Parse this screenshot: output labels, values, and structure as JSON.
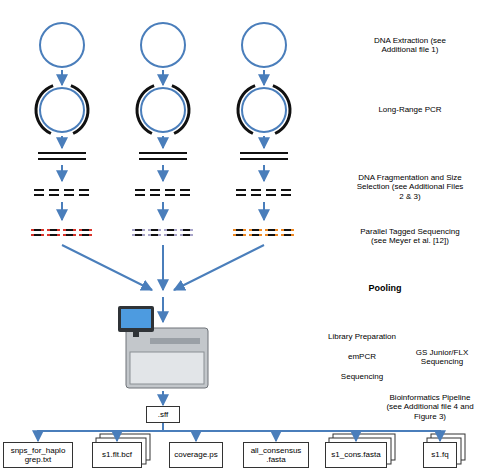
{
  "diagram": {
    "nodes": [
      {
        "text": [
          ".sff"
        ]
      },
      {
        "text": [
          "snps_for_haplo grep.txt"
        ]
      },
      {
        "text": [
          "s1.flt.bcf"
        ]
      },
      {
        "text": [
          "coverage.ps"
        ]
      },
      {
        "text": [
          "all_consensus .fasta"
        ]
      },
      {
        "text": [
          "s1_cons.fasta"
        ]
      },
      {
        "text": [
          "s1.fq"
        ]
      }
    ],
    "edges": [
      {
        "from": 0,
        "to": 1,
        "arrow": "to"
      },
      {
        "from": 0,
        "to": 2,
        "arrow": "to"
      },
      {
        "from": 0,
        "to": 3,
        "arrow": "to"
      },
      {
        "from": 0,
        "to": 4,
        "arrow": "to"
      },
      {
        "from": 0,
        "to": 5,
        "arrow": "to"
      },
      {
        "from": 0,
        "to": 6,
        "arrow": "to"
      }
    ],
    "labels": [
      "DNA Extraction (see Additional file 1)",
      "Long-Range PCR",
      "DNA Fragmentation and Size Selection (see Additional Files 2 & 3)",
      "Parallel Tagged Sequencing (see Meyer et al. [12])",
      "Pooling",
      "Library Preparation",
      "emPCR",
      "Sequencing",
      "GS Junior/FLX Sequencing",
      "Bioinformatics Pipeline (see Additional file 4 and Figure 3)"
    ]
  }
}
